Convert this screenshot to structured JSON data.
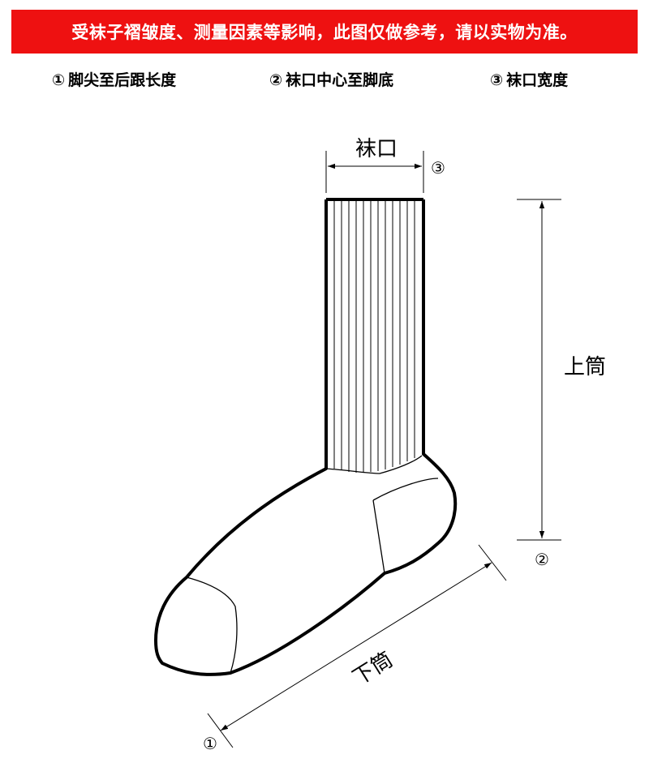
{
  "banner": {
    "text": "受袜子褶皱度、测量因素等影响，此图仅做参考，请以实物为准。",
    "color": "#ee1111"
  },
  "legend": [
    {
      "marker": "①",
      "label": "脚尖至后跟长度"
    },
    {
      "marker": "②",
      "label": "袜口中心至脚底"
    },
    {
      "marker": "③",
      "label": "袜口宽度"
    }
  ],
  "diagram": {
    "cuff_label": "袜口",
    "cuff_marker": "③",
    "upper_label": "上筒",
    "upper_marker": "②",
    "lower_label": "下筒",
    "lower_marker": "①"
  }
}
